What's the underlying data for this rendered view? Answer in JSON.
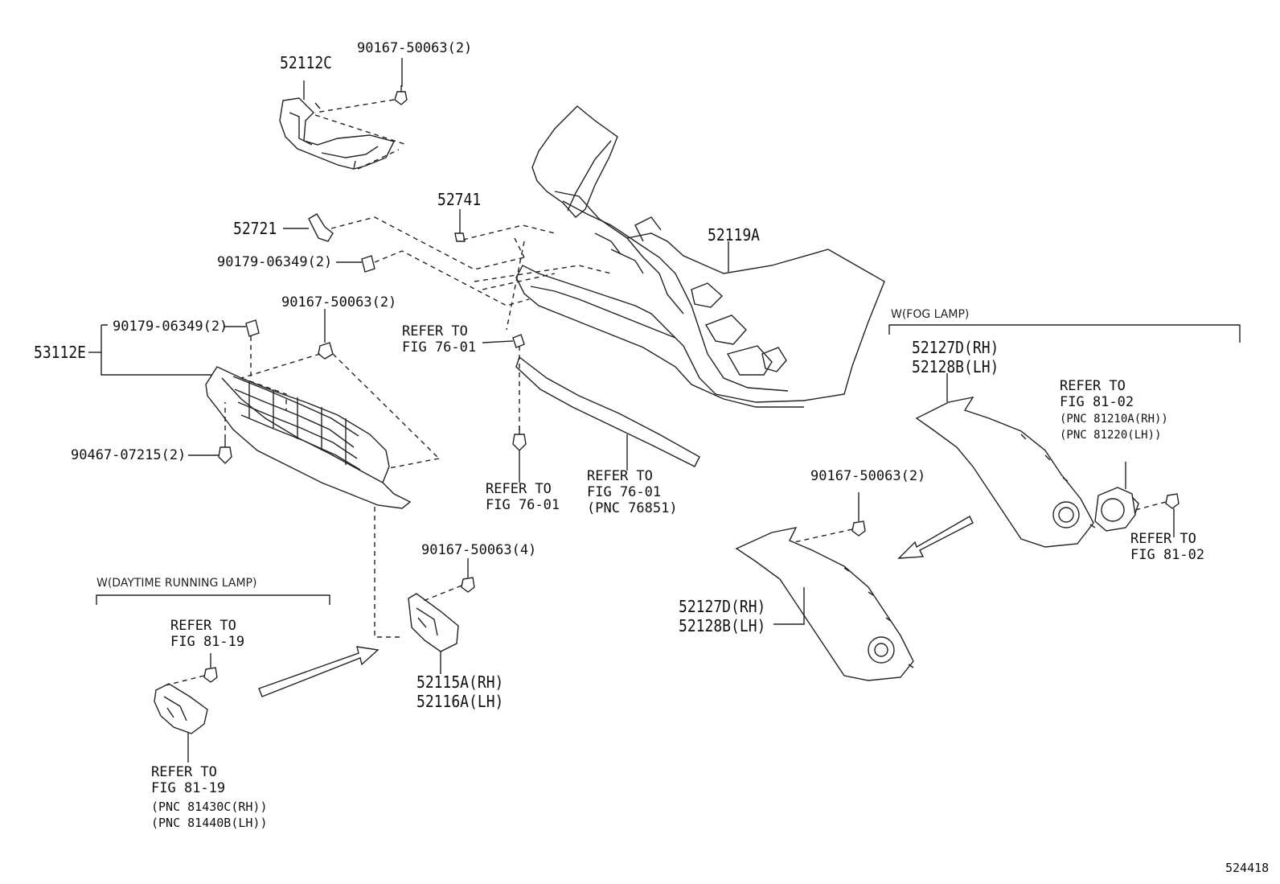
{
  "parts": {
    "p52112c": "52112C",
    "p90167_top": "90167-50063(2)",
    "p52741": "52741",
    "p52721": "52721",
    "p90179_mid": "90179-06349(2)",
    "p52119a": "52119A",
    "p90167_mid": "90167-50063(2)",
    "p90179_left": "90179-06349(2)",
    "p53112e": "53112E",
    "p90467": "90467-07215(2)",
    "p90167_lower": "90167-50063(4)",
    "p52115a": "52115A(RH)",
    "p52116a": "52116A(LH)",
    "p52127d_top": "52127D(RH)",
    "p52128b_top": "52128B(LH)",
    "p90167_right": "90167-50063(2)",
    "p52127d_mid": "52127D(RH)",
    "p52128b_mid": "52128B(LH)"
  },
  "refs": {
    "fig7601_a1": "REFER TO",
    "fig7601_a2": "FIG 76-01",
    "fig7601_b1": "REFER TO",
    "fig7601_b2": "FIG 76-01",
    "fig7601_c1": "REFER TO",
    "fig7601_c2": "FIG 76-01",
    "fig7601_c3": "(PNC 76851)",
    "fig8102_a1": "REFER TO",
    "fig8102_a2": "FIG 81-02",
    "fig8102_a3": "(PNC 81210A(RH))",
    "fig8102_a4": "(PNC 81220(LH))",
    "fig8102_b1": "REFER TO",
    "fig8102_b2": "FIG 81-02",
    "fig8119_a1": "REFER TO",
    "fig8119_a2": "FIG 81-19",
    "fig8119_b1": "REFER TO",
    "fig8119_b2": "FIG 81-19",
    "fig8119_b3": "(PNC 81430C(RH))",
    "fig8119_b4": "(PNC 81440B(LH))"
  },
  "groups": {
    "fog_lamp": "W(FOG LAMP)",
    "drl": "W(DAYTIME RUNNING LAMP)"
  },
  "figure_id": "524418"
}
